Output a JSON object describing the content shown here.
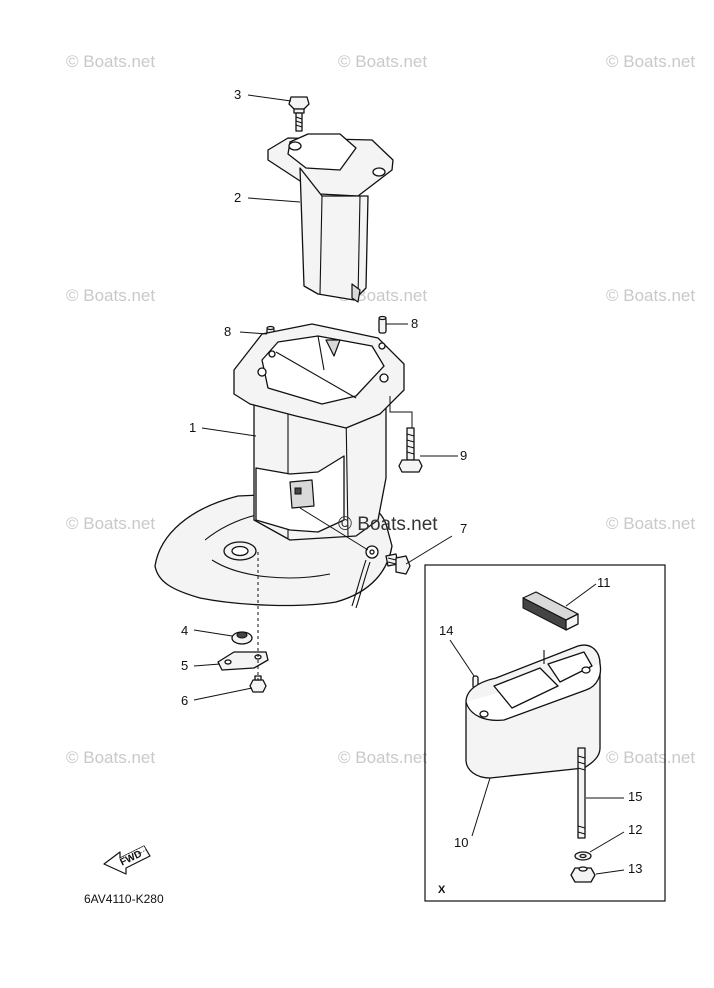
{
  "watermark": "© Boats.net",
  "diagram_code": "6AV4110-K280",
  "inset_letter": "X",
  "fwd_label": "FWD",
  "callouts": {
    "c1": "1",
    "c2": "2",
    "c3": "3",
    "c4": "4",
    "c5": "5",
    "c6": "6",
    "c7": "7",
    "c8a": "8",
    "c8b": "8",
    "c9": "9",
    "c10": "10",
    "c11": "11",
    "c12": "12",
    "c13": "13",
    "c14": "14",
    "c15": "15"
  }
}
